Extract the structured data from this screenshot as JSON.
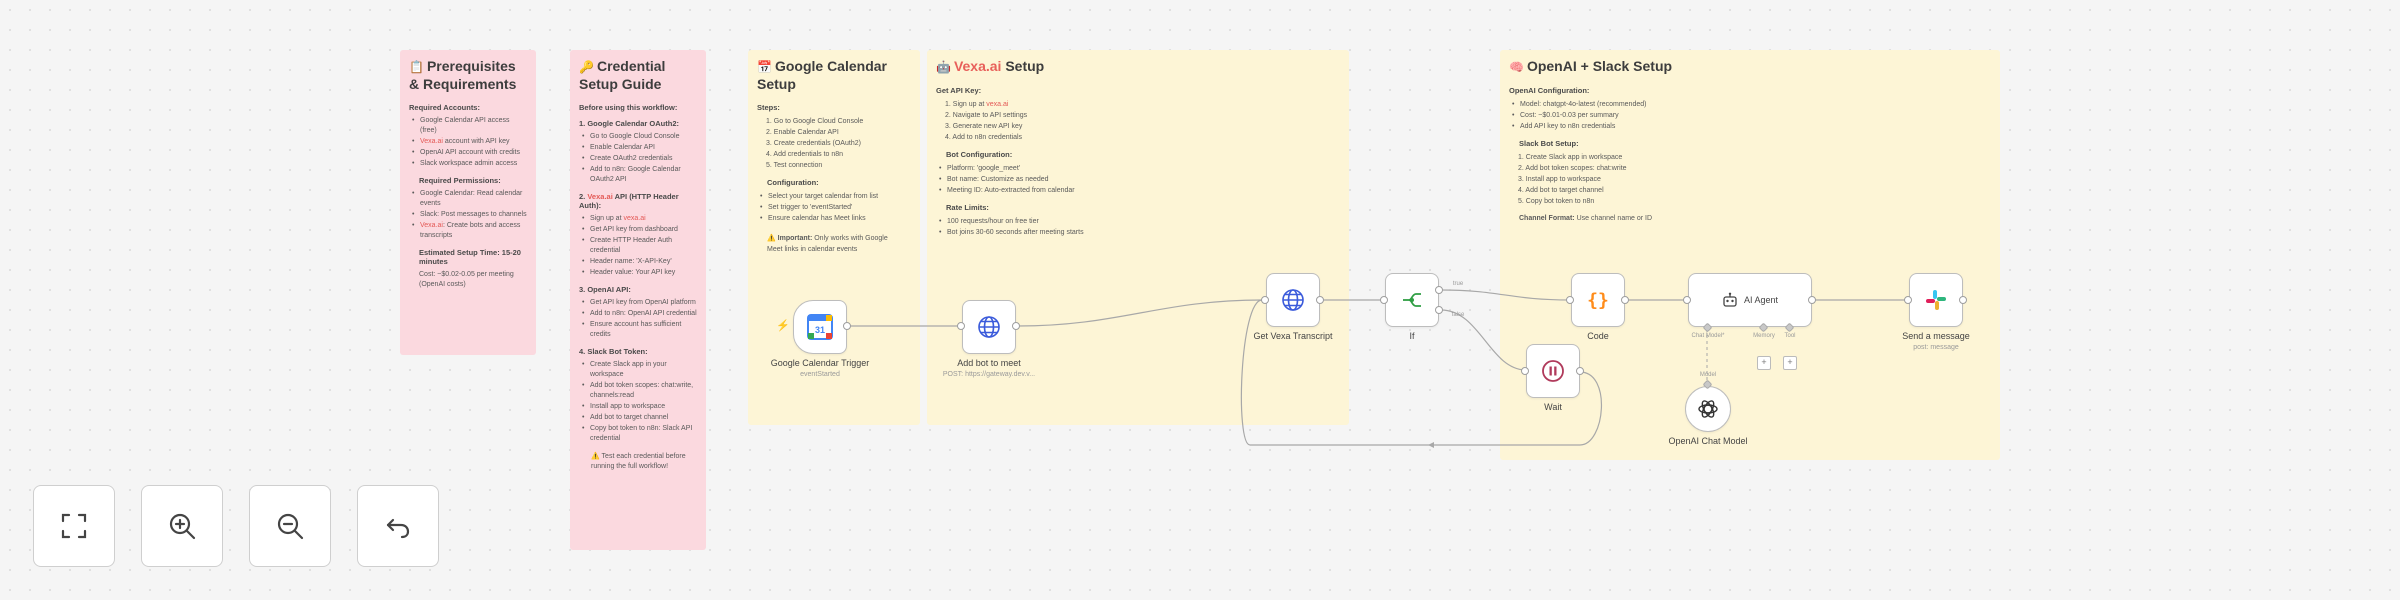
{
  "notes": {
    "prereq": {
      "emoji": "📋",
      "title": "Prerequisites & Requirements",
      "sec1": "Required Accounts:",
      "acc1": "Google Calendar API access (free)",
      "acc2_red": "Vexa.ai",
      "acc2_rest": " account with API key",
      "acc3": "OpenAI API account with credits",
      "acc4": "Slack workspace admin access",
      "sec2": "Required Permissions:",
      "perm1": "Google Calendar: Read calendar events",
      "perm2": "Slack: Post messages to channels",
      "perm3_red": "Vexa.ai",
      "perm3_rest": ": Create bots and access transcripts",
      "setup_time": "Estimated Setup Time: 15-20 minutes",
      "cost": "Cost: ~$0.02-0.05 per meeting (OpenAI costs)"
    },
    "cred": {
      "emoji": "🔑",
      "title": "Credential Setup Guide",
      "intro": "Before using this workflow:",
      "s1": "1. Google Calendar OAuth2:",
      "s1_items": [
        "Go to Google Cloud Console",
        "Enable Calendar API",
        "Create OAuth2 credentials",
        "Add to n8n: Google Calendar OAuth2 API"
      ],
      "s2_num": "2. ",
      "s2_red": "Vexa.ai",
      "s2_rest": " API (HTTP Header Auth):",
      "s2_item1_pre": "Sign up at ",
      "s2_item1_red": "vexa.ai",
      "s2_items": [
        "Get API key from dashboard",
        "Create HTTP Header Auth credential",
        "Header name: 'X-API-Key'",
        "Header value: Your API key"
      ],
      "s3": "3. OpenAI API:",
      "s3_items": [
        "Get API key from OpenAI platform",
        "Add to n8n: OpenAI API credential",
        "Ensure account has sufficient credits"
      ],
      "s4": "4. Slack Bot Token:",
      "s4_items": [
        "Create Slack app in your workspace",
        "Add bot token scopes: chat:write, channels:read",
        "Install app to workspace",
        "Add bot to target channel",
        "Copy bot token to n8n: Slack API credential"
      ],
      "warn": "Test each credential before running the full workflow!"
    },
    "gcal": {
      "emoji": "📅",
      "title": "Google Calendar Setup",
      "steps_label": "Steps:",
      "steps": [
        "1. Go to Google Cloud Console",
        "2. Enable Calendar API",
        "3. Create credentials (OAuth2)",
        "4. Add credentials to n8n",
        "5. Test connection"
      ],
      "config_label": "Configuration:",
      "config": [
        "Select your target calendar from list",
        "Set trigger to 'eventStarted'",
        "Ensure calendar has Meet links"
      ],
      "important_label": "Important:",
      "important_rest": " Only works with Google",
      "important_line2": "Meet links in calendar events"
    },
    "vexa": {
      "emoji": "🤖",
      "title_red": "Vexa.ai",
      "title_rest": " Setup",
      "getkey_label": "Get API Key:",
      "getkey_1_pre": "1. Sign up at ",
      "getkey_1_red": "vexa.ai",
      "getkey": [
        "2. Navigate to API settings",
        "3. Generate new API key",
        "4. Add to n8n credentials"
      ],
      "bot_label": "Bot Configuration:",
      "bot": [
        "Platform: 'google_meet'",
        "Bot name: Customize as needed",
        "Meeting ID: Auto-extracted from calendar"
      ],
      "rate_label": "Rate Limits:",
      "rate": [
        "100 requests/hour on free tier",
        "Bot joins 30-60 seconds after meeting starts"
      ]
    },
    "openai": {
      "emoji": "🧠",
      "title": "OpenAI + Slack Setup",
      "oa_label": "OpenAI Configuration:",
      "oa": [
        "Model: chatgpt-4o-latest (recommended)",
        "Cost: ~$0.01-0.03 per summary",
        "Add API key to n8n credentials"
      ],
      "slack_label": "Slack Bot Setup:",
      "slack": [
        "1. Create Slack app in workspace",
        "2. Add bot token scopes: chat:write",
        "3. Install app to workspace",
        "4. Add bot to target channel",
        "5. Copy bot token to n8n"
      ],
      "channel_label": "Channel Format:",
      "channel_rest": " Use channel name or ID"
    }
  },
  "nodes": {
    "trigger": {
      "label": "Google Calendar Trigger",
      "sub": "eventStarted",
      "icon": "google-calendar-icon"
    },
    "addbot": {
      "label": "Add bot to meet",
      "sub": "POST: https://gateway.dev.v...",
      "icon": "globe-icon"
    },
    "transcript": {
      "label": "Get Vexa Transcript",
      "icon": "globe-icon"
    },
    "if": {
      "label": "If",
      "icon": "if-branch-icon",
      "true": "true",
      "false": "false"
    },
    "code": {
      "label": "Code",
      "icon": "code-braces-icon"
    },
    "agent": {
      "label": "AI Agent",
      "icon": "robot-icon",
      "port1": "Chat Model*",
      "port2": "Memory",
      "port3": "Tool"
    },
    "slack": {
      "label": "Send a message",
      "sub": "post: message",
      "icon": "slack-icon"
    },
    "wait": {
      "label": "Wait",
      "icon": "pause-icon"
    },
    "model": {
      "label": "OpenAI Chat Model",
      "port": "Model",
      "icon": "openai-icon"
    }
  },
  "controls": [
    "fit-view",
    "zoom-in",
    "zoom-out",
    "undo"
  ],
  "colors": {
    "pink_note": "#fbd9df",
    "yellow_note": "#fdf5d6",
    "accent_red": "#e45a57",
    "canvas": "#f5f5f5"
  }
}
